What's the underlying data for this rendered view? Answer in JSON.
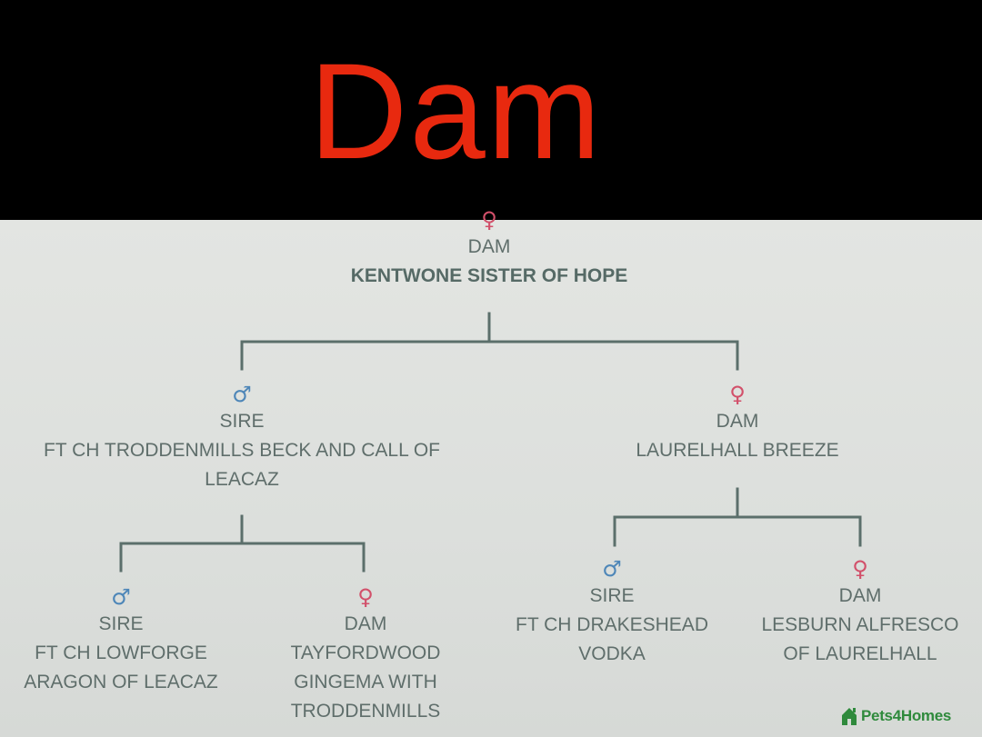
{
  "banner": {
    "title": "Dam"
  },
  "symbols": {
    "male": "♂",
    "female": "♀"
  },
  "colors": {
    "banner_bg": "#000000",
    "title": "#e8290f",
    "line": "#5b6f6b",
    "text": "#5f6e6b",
    "male": "#4d86b8",
    "female": "#d2506a",
    "brand": "#2f8a3c"
  },
  "pedigree": {
    "root": {
      "role": "DAM",
      "name": "KENTWONE SISTER OF HOPE"
    },
    "sire": {
      "role": "SIRE",
      "name": "FT CH TRODDENMILLS BECK AND CALL OF LEACAZ"
    },
    "dam": {
      "role": "DAM",
      "name": "LAURELHALL BREEZE"
    },
    "sire_sire": {
      "role": "SIRE",
      "name": "FT CH LOWFORGE ARAGON OF LEACAZ"
    },
    "sire_dam": {
      "role": "DAM",
      "name": "TAYFORDWOOD GINGEMA WITH TRODDENMILLS"
    },
    "dam_sire": {
      "role": "SIRE",
      "name": "FT CH DRAKESHEAD VODKA"
    },
    "dam_dam": {
      "role": "DAM",
      "name": "LESBURN ALFRESCO OF LAURELHALL"
    }
  },
  "logo": {
    "text": "Pets4Homes",
    "icon": "house-icon"
  }
}
